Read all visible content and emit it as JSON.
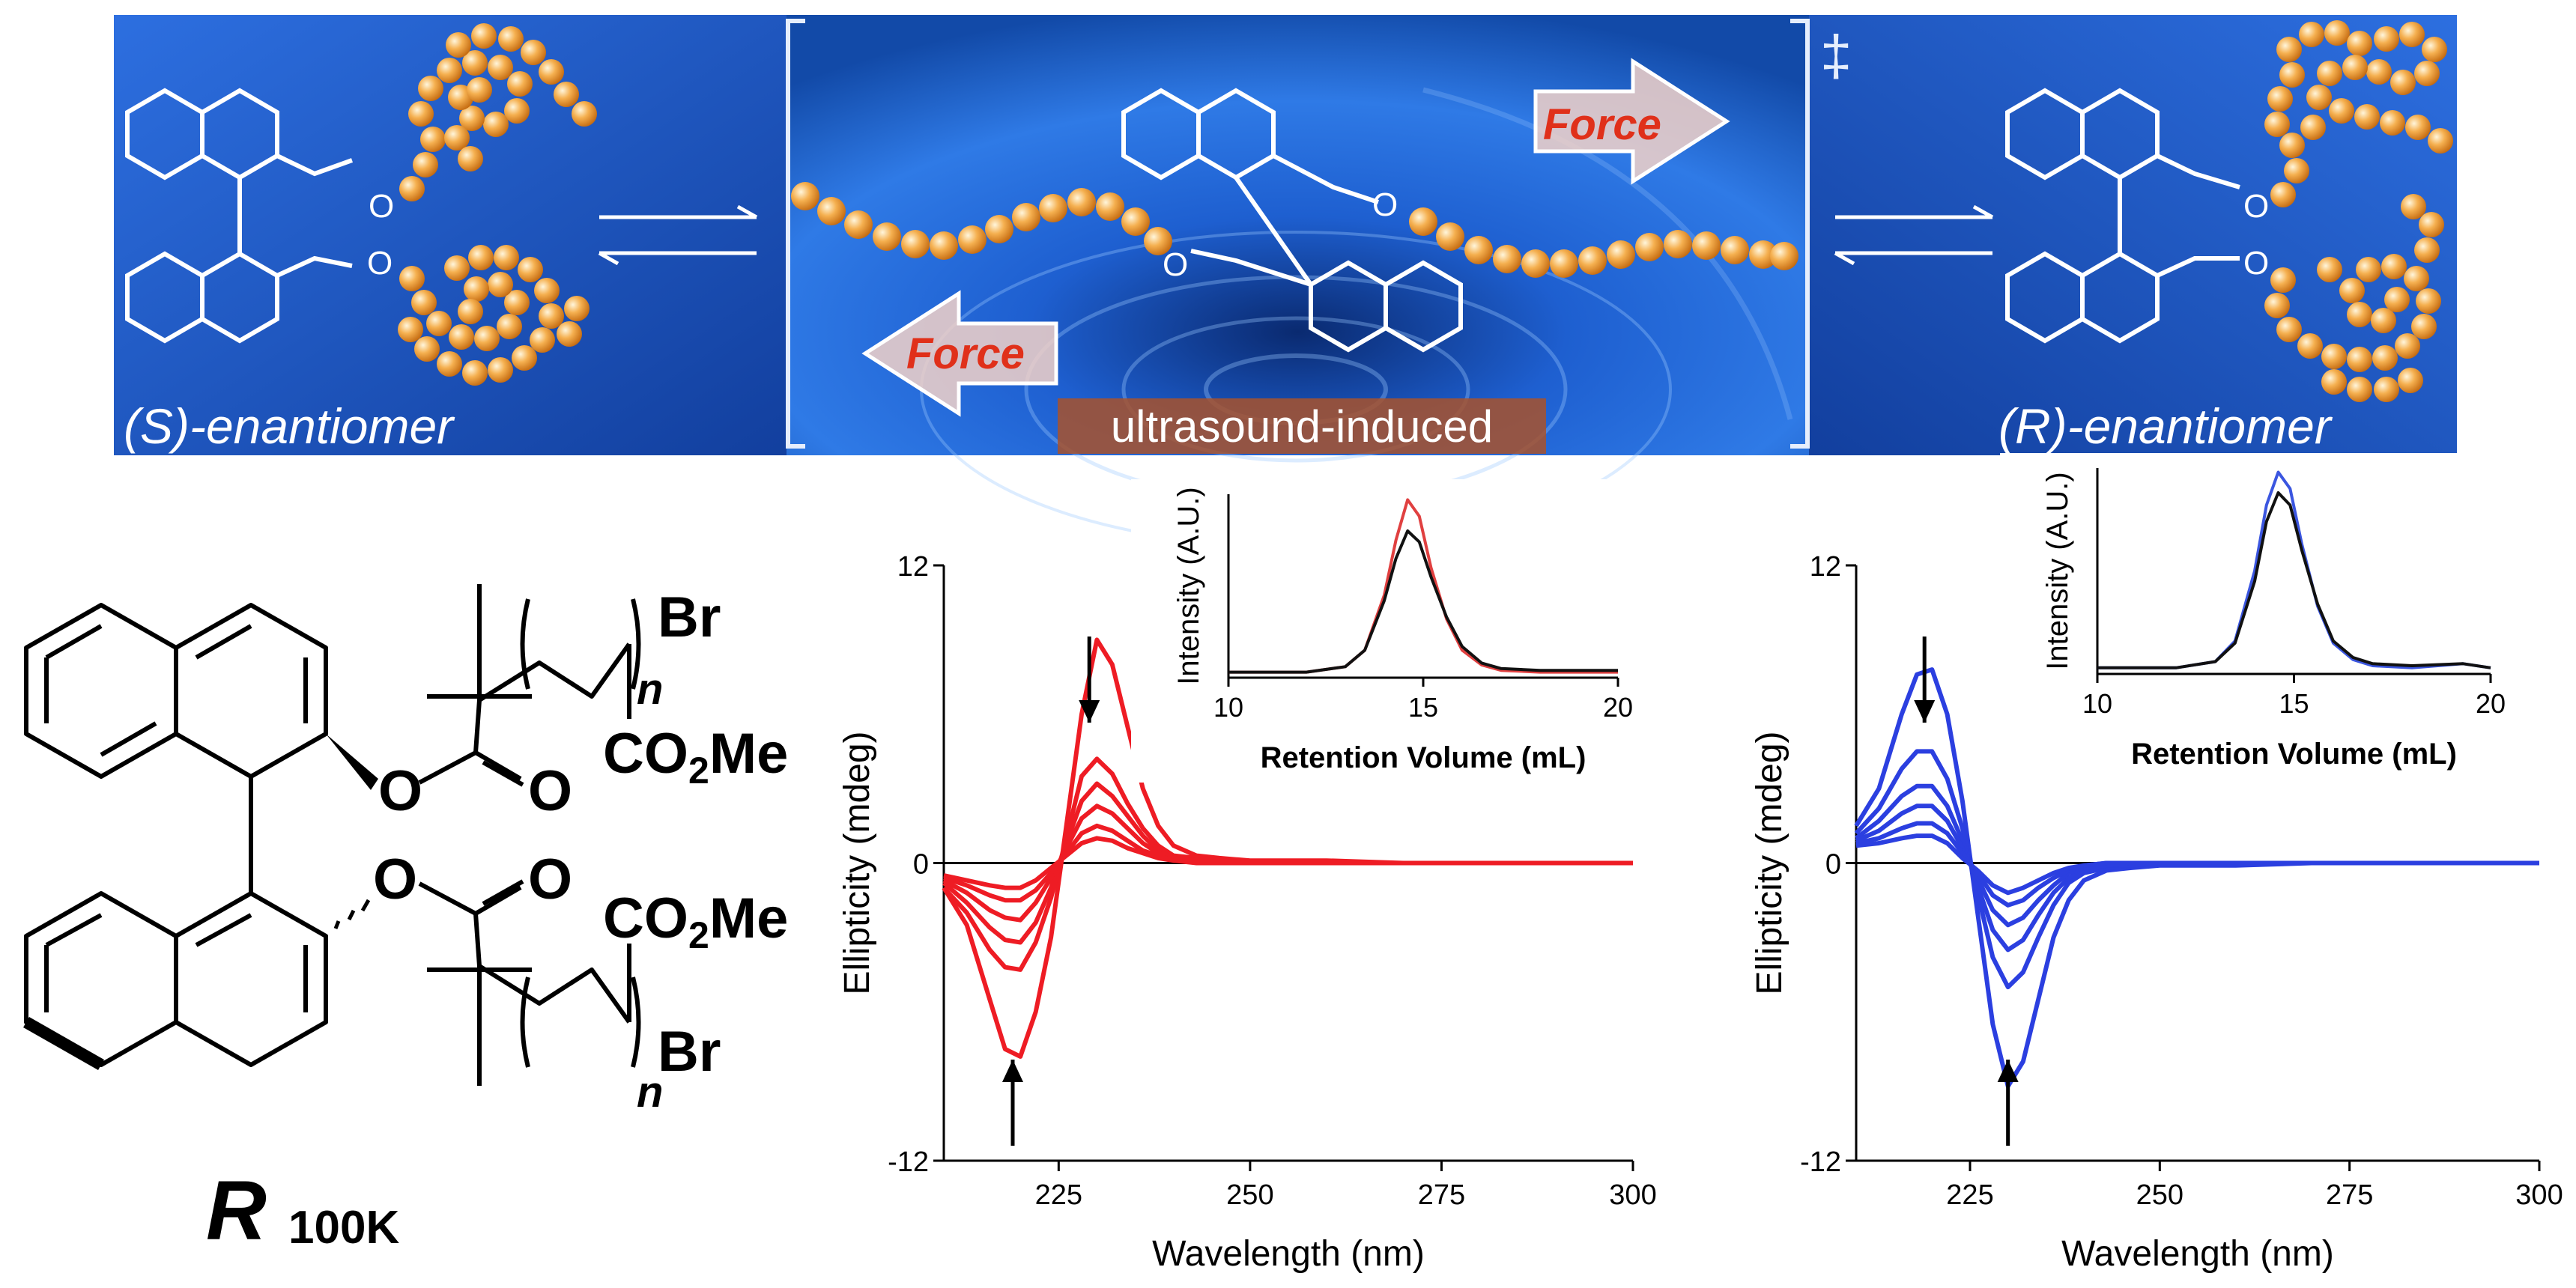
{
  "banner": {
    "s_label": "(S)-enantiomer",
    "r_label": "(R)-enantiomer",
    "force_left": "Force",
    "force_right": "Force",
    "ultrasound_label": "ultrasound-induced",
    "ts_symbol": "‡"
  },
  "structure": {
    "br_top": "Br",
    "n_top": "n",
    "co2me_top_a": "CO",
    "co2me_top_sub": "2",
    "co2me_top_b": "Me",
    "o_ester_top": "O",
    "o_carbonyl_top": "O",
    "o_ester_bottom": "O",
    "o_carbonyl_bottom": "O",
    "co2me_bottom_a": "CO",
    "co2me_bottom_sub": "2",
    "co2me_bottom_b": "Me",
    "br_bottom": "Br",
    "n_bottom": "n",
    "caption_r": "R",
    "caption_mw": "100K"
  },
  "colors": {
    "red_series": "#ee1c24",
    "blue_series": "#2b3fe0",
    "banner_blue": "#1e58c8",
    "bead": "#f0a03a",
    "force_text": "#e0301a"
  },
  "chart_data": [
    {
      "id": "cd_red",
      "type": "line",
      "xlabel": "Wavelength (nm)",
      "ylabel": "Ellipticity (mdeg)",
      "xlim": [
        210,
        300
      ],
      "ylim": [
        -12,
        12
      ],
      "xticks": [
        225,
        250,
        275,
        300
      ],
      "yticks": [
        12,
        0,
        -12
      ],
      "grid": false,
      "series": [
        {
          "x": [
            210,
            213,
            216,
            218,
            220,
            222,
            224,
            226,
            228,
            230,
            232,
            234,
            236,
            238,
            240,
            243,
            246,
            250,
            260,
            270,
            280,
            290,
            300
          ],
          "y": [
            -1.0,
            -2.5,
            -5.5,
            -7.5,
            -7.8,
            -6.0,
            -3.0,
            1.5,
            6.0,
            9.0,
            8.0,
            5.5,
            3.0,
            1.5,
            0.7,
            0.3,
            0.2,
            0.1,
            0.1,
            0.0,
            0.0,
            0.0,
            0.0
          ]
        },
        {
          "x": [
            210,
            213,
            216,
            218,
            220,
            222,
            224,
            226,
            228,
            230,
            232,
            234,
            236,
            238,
            240,
            243,
            246,
            250,
            260,
            270,
            280,
            290,
            300
          ],
          "y": [
            -1.0,
            -2.0,
            -3.5,
            -4.2,
            -4.3,
            -3.2,
            -1.4,
            1.0,
            3.5,
            4.2,
            3.6,
            2.4,
            1.4,
            0.7,
            0.3,
            0.2,
            0.1,
            0.0,
            0.0,
            0.0,
            0.0,
            0.0,
            0.0
          ]
        },
        {
          "x": [
            210,
            213,
            216,
            218,
            220,
            222,
            224,
            226,
            228,
            230,
            232,
            234,
            236,
            238,
            240,
            243,
            246,
            250,
            260,
            270,
            280,
            290,
            300
          ],
          "y": [
            -0.8,
            -1.6,
            -2.6,
            -3.1,
            -3.2,
            -2.4,
            -1.0,
            0.8,
            2.5,
            3.2,
            2.7,
            1.9,
            1.1,
            0.5,
            0.2,
            0.1,
            0.1,
            0.0,
            0.0,
            0.0,
            0.0,
            0.0,
            0.0
          ]
        },
        {
          "x": [
            210,
            213,
            216,
            218,
            220,
            222,
            224,
            226,
            228,
            230,
            232,
            234,
            236,
            238,
            240,
            243,
            246,
            250,
            260,
            270,
            280,
            290,
            300
          ],
          "y": [
            -0.7,
            -1.2,
            -1.9,
            -2.2,
            -2.3,
            -1.6,
            -0.6,
            0.6,
            1.8,
            2.3,
            2.0,
            1.4,
            0.8,
            0.4,
            0.2,
            0.1,
            0.1,
            0.0,
            0.0,
            0.0,
            0.0,
            0.0,
            0.0
          ]
        },
        {
          "x": [
            210,
            213,
            216,
            218,
            220,
            222,
            224,
            226,
            228,
            230,
            232,
            234,
            236,
            238,
            240,
            243,
            246,
            250,
            260,
            270,
            280,
            290,
            300
          ],
          "y": [
            -0.6,
            -0.9,
            -1.3,
            -1.5,
            -1.5,
            -1.1,
            -0.4,
            0.4,
            1.2,
            1.5,
            1.3,
            0.9,
            0.5,
            0.3,
            0.1,
            0.1,
            0.0,
            0.0,
            0.0,
            0.0,
            0.0,
            0.0,
            0.0
          ]
        },
        {
          "x": [
            210,
            213,
            216,
            218,
            220,
            222,
            224,
            226,
            228,
            230,
            232,
            234,
            236,
            238,
            240,
            243,
            246,
            250,
            260,
            270,
            280,
            290,
            300
          ],
          "y": [
            -0.5,
            -0.7,
            -0.9,
            -1.0,
            -1.0,
            -0.7,
            -0.2,
            0.3,
            0.8,
            1.0,
            0.9,
            0.6,
            0.4,
            0.2,
            0.1,
            0.0,
            0.0,
            0.0,
            0.0,
            0.0,
            0.0,
            0.0,
            0.0
          ]
        }
      ],
      "arrows": [
        {
          "direction": "down",
          "x": 229
        },
        {
          "direction": "up",
          "x": 219
        }
      ],
      "inset": {
        "xlabel": "Retention Volume (mL)",
        "ylabel": "Intensity (A.U.)",
        "xlim": [
          10,
          20
        ],
        "xticks": [
          10,
          15,
          20
        ],
        "ylim": [
          0,
          1
        ],
        "series": [
          {
            "color": "red",
            "x": [
              10,
              12,
              13,
              13.5,
              14,
              14.3,
              14.6,
              14.9,
              15.2,
              15.6,
              16,
              16.5,
              17,
              18,
              20
            ],
            "y": [
              0.03,
              0.03,
              0.06,
              0.15,
              0.45,
              0.75,
              0.97,
              0.88,
              0.6,
              0.32,
              0.15,
              0.07,
              0.04,
              0.03,
              0.03
            ]
          },
          {
            "color": "black",
            "x": [
              10,
              12,
              13,
              13.5,
              14,
              14.3,
              14.6,
              14.9,
              15.2,
              15.6,
              16,
              16.5,
              17,
              18,
              20
            ],
            "y": [
              0.03,
              0.03,
              0.06,
              0.15,
              0.42,
              0.65,
              0.8,
              0.74,
              0.55,
              0.33,
              0.17,
              0.08,
              0.05,
              0.04,
              0.04
            ]
          }
        ]
      }
    },
    {
      "id": "cd_blue",
      "type": "line",
      "xlabel": "Wavelength (nm)",
      "ylabel": "Ellipticity (mdeg)",
      "xlim": [
        210,
        300
      ],
      "ylim": [
        -12,
        12
      ],
      "xticks": [
        225,
        250,
        275,
        300
      ],
      "yticks": [
        12,
        0,
        -12
      ],
      "grid": false,
      "series": [
        {
          "x": [
            210,
            213,
            216,
            218,
            220,
            222,
            224,
            226,
            228,
            230,
            232,
            234,
            236,
            238,
            240,
            243,
            246,
            250,
            260,
            270,
            280,
            290,
            300
          ],
          "y": [
            1.5,
            3.0,
            6.0,
            7.6,
            7.8,
            6.0,
            2.5,
            -2.0,
            -6.5,
            -9.0,
            -8.0,
            -5.5,
            -3.0,
            -1.5,
            -0.7,
            -0.3,
            -0.2,
            -0.1,
            -0.1,
            0.0,
            0.0,
            0.0,
            0.0
          ]
        },
        {
          "x": [
            210,
            213,
            216,
            218,
            220,
            222,
            224,
            226,
            228,
            230,
            232,
            234,
            236,
            238,
            240,
            243,
            246,
            250,
            260,
            270,
            280,
            290,
            300
          ],
          "y": [
            1.2,
            2.2,
            3.8,
            4.5,
            4.5,
            3.4,
            1.4,
            -1.2,
            -3.8,
            -5.0,
            -4.4,
            -3.0,
            -1.7,
            -0.8,
            -0.4,
            -0.2,
            -0.1,
            0.0,
            0.0,
            0.0,
            0.0,
            0.0,
            0.0
          ]
        },
        {
          "x": [
            210,
            213,
            216,
            218,
            220,
            222,
            224,
            226,
            228,
            230,
            232,
            234,
            236,
            238,
            240,
            243,
            246,
            250,
            260,
            270,
            280,
            290,
            300
          ],
          "y": [
            1.0,
            1.7,
            2.7,
            3.1,
            3.1,
            2.3,
            0.9,
            -0.9,
            -2.7,
            -3.5,
            -3.1,
            -2.1,
            -1.2,
            -0.6,
            -0.3,
            -0.1,
            -0.1,
            0.0,
            0.0,
            0.0,
            0.0,
            0.0,
            0.0
          ]
        },
        {
          "x": [
            210,
            213,
            216,
            218,
            220,
            222,
            224,
            226,
            228,
            230,
            232,
            234,
            236,
            238,
            240,
            243,
            246,
            250,
            260,
            270,
            280,
            290,
            300
          ],
          "y": [
            0.9,
            1.3,
            2.0,
            2.3,
            2.3,
            1.7,
            0.6,
            -0.6,
            -1.9,
            -2.5,
            -2.2,
            -1.5,
            -0.9,
            -0.4,
            -0.2,
            -0.1,
            0.0,
            0.0,
            0.0,
            0.0,
            0.0,
            0.0,
            0.0
          ]
        },
        {
          "x": [
            210,
            213,
            216,
            218,
            220,
            222,
            224,
            226,
            228,
            230,
            232,
            234,
            236,
            238,
            240,
            243,
            246,
            250,
            260,
            270,
            280,
            290,
            300
          ],
          "y": [
            0.8,
            1.0,
            1.4,
            1.6,
            1.6,
            1.2,
            0.4,
            -0.4,
            -1.3,
            -1.7,
            -1.5,
            -1.0,
            -0.6,
            -0.3,
            -0.1,
            0.0,
            0.0,
            0.0,
            0.0,
            0.0,
            0.0,
            0.0,
            0.0
          ]
        },
        {
          "x": [
            210,
            213,
            216,
            218,
            220,
            222,
            224,
            226,
            228,
            230,
            232,
            234,
            236,
            238,
            240,
            243,
            246,
            250,
            260,
            270,
            280,
            290,
            300
          ],
          "y": [
            0.7,
            0.8,
            1.0,
            1.1,
            1.1,
            0.8,
            0.2,
            -0.3,
            -0.9,
            -1.2,
            -1.0,
            -0.7,
            -0.4,
            -0.2,
            -0.1,
            0.0,
            0.0,
            0.0,
            0.0,
            0.0,
            0.0,
            0.0,
            0.0
          ]
        }
      ],
      "arrows": [
        {
          "direction": "down",
          "x": 219
        },
        {
          "direction": "up",
          "x": 230
        }
      ],
      "inset": {
        "xlabel": "Retention Volume (mL)",
        "ylabel": "Intensity (A.U.)",
        "xlim": [
          10,
          20
        ],
        "xticks": [
          10,
          15,
          20
        ],
        "ylim": [
          0,
          1
        ],
        "series": [
          {
            "color": "blue",
            "x": [
              10,
              12,
              13,
              13.5,
              14,
              14.3,
              14.6,
              14.9,
              15.2,
              15.6,
              16,
              16.5,
              17,
              18,
              19.3,
              20
            ],
            "y": [
              0.03,
              0.03,
              0.06,
              0.16,
              0.5,
              0.82,
              0.98,
              0.9,
              0.63,
              0.33,
              0.15,
              0.07,
              0.04,
              0.03,
              0.05,
              0.03
            ]
          },
          {
            "color": "black",
            "x": [
              10,
              12,
              13,
              13.5,
              14,
              14.3,
              14.6,
              14.9,
              15.2,
              15.6,
              16,
              16.5,
              17,
              18,
              19.3,
              20
            ],
            "y": [
              0.03,
              0.03,
              0.06,
              0.15,
              0.45,
              0.74,
              0.88,
              0.82,
              0.6,
              0.34,
              0.16,
              0.08,
              0.05,
              0.04,
              0.05,
              0.03
            ]
          }
        ]
      }
    }
  ]
}
